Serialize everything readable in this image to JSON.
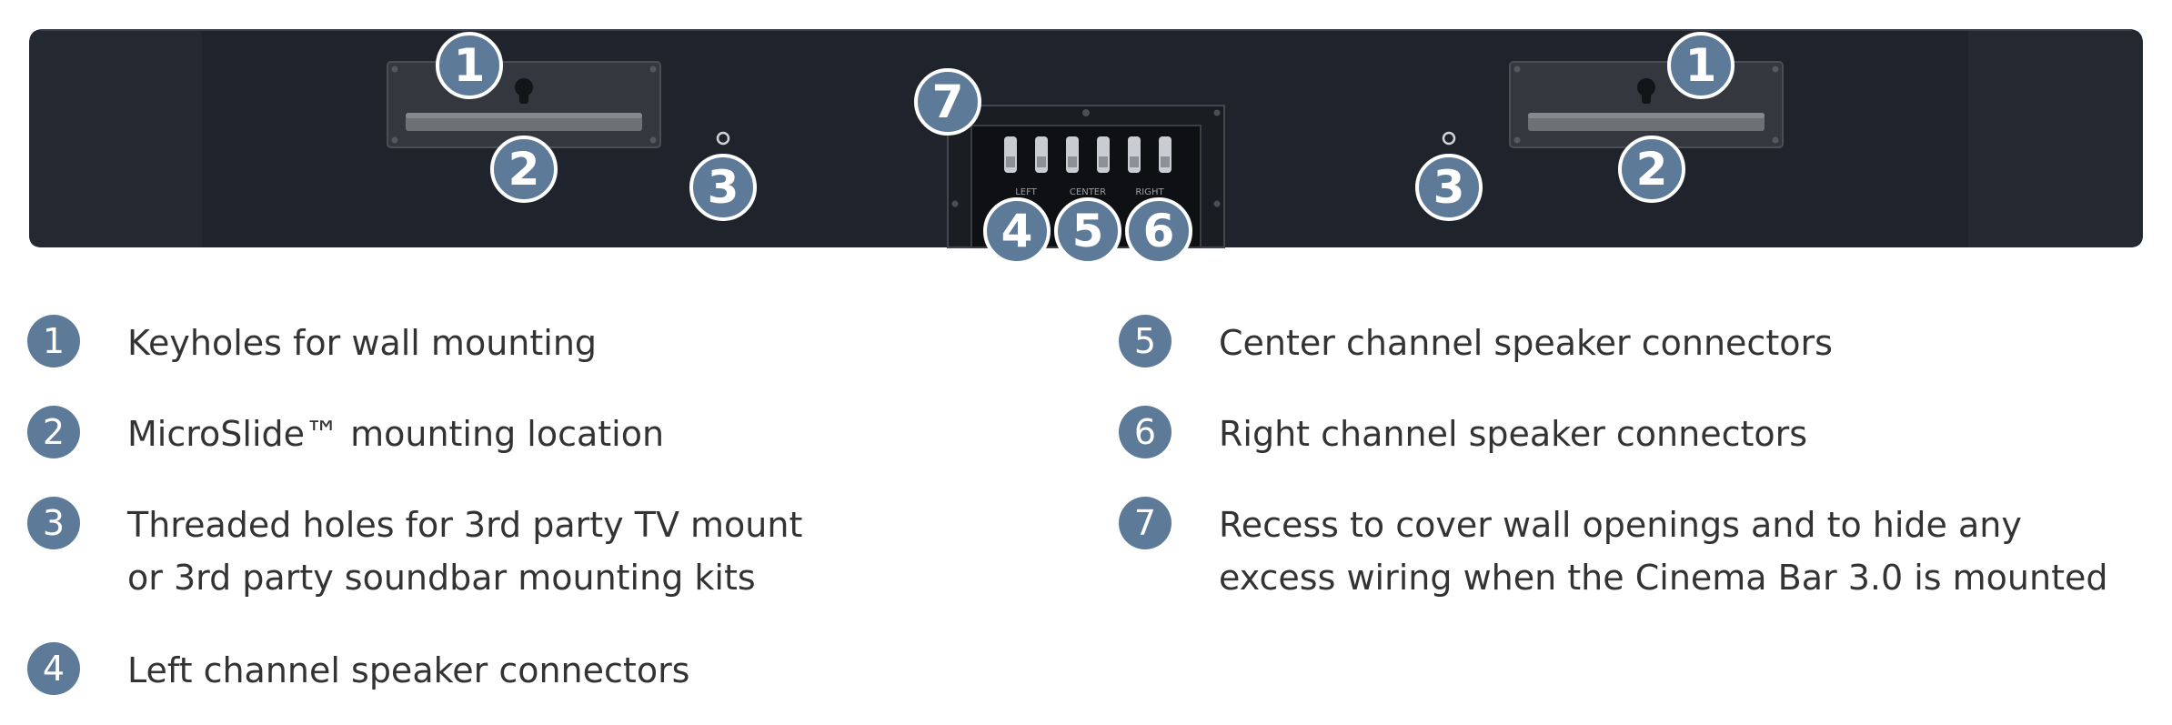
{
  "colors": {
    "bar_body": "#1f232b",
    "bar_edge": "#2b2f38",
    "plate": "#34373d",
    "callout": "#5e7a99",
    "callout_text": "#ffffff",
    "legend_text": "#333333",
    "terminal": "#c9ccd1"
  },
  "callouts": [
    {
      "num": "1"
    },
    {
      "num": "2"
    },
    {
      "num": "3"
    },
    {
      "num": "3"
    },
    {
      "num": "2"
    },
    {
      "num": "1"
    },
    {
      "num": "7"
    },
    {
      "num": "4"
    },
    {
      "num": "5"
    },
    {
      "num": "6"
    }
  ],
  "terminal_labels": {
    "left": "LEFT",
    "center": "CENTER",
    "right": "RIGHT"
  },
  "legend": [
    {
      "num": "1",
      "lines": [
        "Keyholes for wall mounting"
      ]
    },
    {
      "num": "2",
      "lines": [
        "MicroSlide™ mounting location"
      ]
    },
    {
      "num": "3",
      "lines": [
        "Threaded holes for 3rd party TV mount",
        "or 3rd party soundbar mounting kits"
      ]
    },
    {
      "num": "4",
      "lines": [
        "Left channel speaker connectors"
      ]
    },
    {
      "num": "5",
      "lines": [
        "Center channel speaker connectors"
      ]
    },
    {
      "num": "6",
      "lines": [
        "Right channel speaker connectors"
      ]
    },
    {
      "num": "7",
      "lines": [
        "Recess to cover wall openings and to hide any",
        "excess wiring when the Cinema Bar 3.0 is mounted"
      ]
    }
  ]
}
